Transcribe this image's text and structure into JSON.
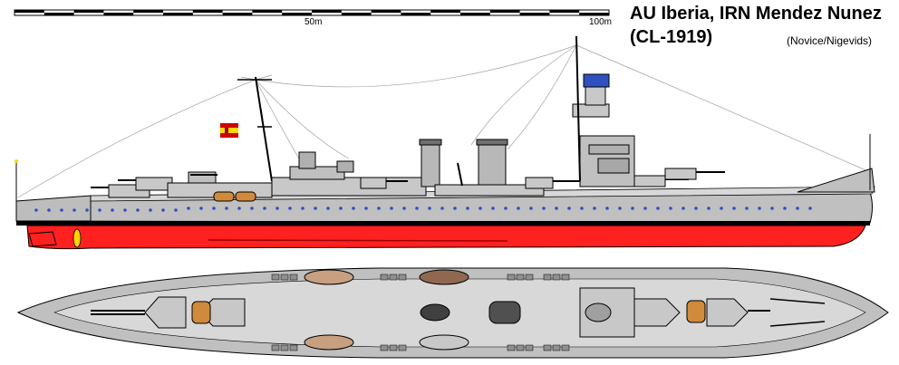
{
  "title": {
    "line1": "AU Iberia, IRN Mendez Nunez",
    "line2": "(CL-1919)",
    "credit": "(Novice/Nigevids)"
  },
  "scale": {
    "mid_label": "50m",
    "end_label": "100m"
  },
  "colors": {
    "hull_grey": "#c0c0c0",
    "deck_grey": "#d8d8d8",
    "dark_grey": "#808080",
    "waterline_red": "#ff2020",
    "bootline_black": "#000000",
    "window_blue": "#3050c0",
    "boat_wood": "#d08a3c",
    "flag_red": "#d00000",
    "flag_yellow": "#ffd400"
  }
}
